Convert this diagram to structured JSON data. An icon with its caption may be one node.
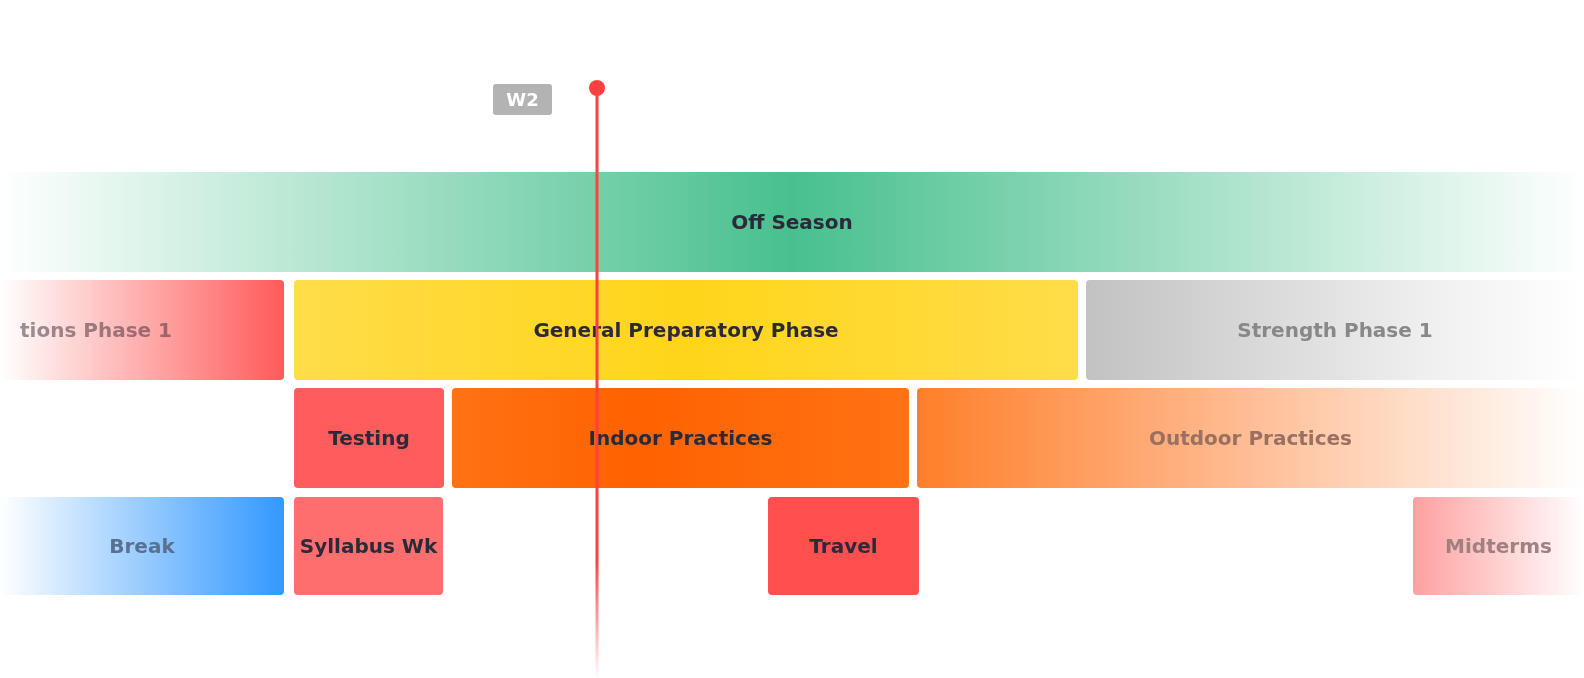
{
  "diagram": {
    "nodes": [
      {
        "text": [
          "Off Season"
        ]
      },
      {
        "text": [
          "tions Phase 1"
        ]
      },
      {
        "text": [
          "General Preparatory Phase"
        ]
      },
      {
        "text": [
          "Strength Phase 1"
        ]
      },
      {
        "text": [
          "Testing"
        ]
      },
      {
        "text": [
          "Indoor Practices"
        ]
      },
      {
        "text": [
          "Outdoor Practices"
        ]
      },
      {
        "text": [
          "Break"
        ]
      },
      {
        "text": [
          "Syllabus Wk"
        ]
      },
      {
        "text": [
          "Travel"
        ]
      },
      {
        "text": [
          "Midterms"
        ]
      }
    ],
    "labels": [
      "W2"
    ]
  }
}
